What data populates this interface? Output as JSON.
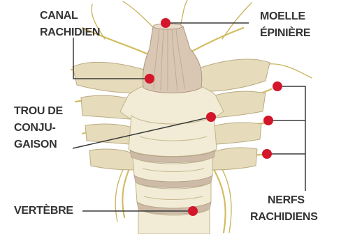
{
  "diagram": {
    "labels": {
      "canal_rachidien": [
        "CANAL",
        "RACHIDIEN"
      ],
      "moelle_epiniere": [
        "MOELLE",
        "ÉPINIÈRE"
      ],
      "trou_de_conjugaison": [
        "TROU DE",
        "CONJU-",
        "GAISON"
      ],
      "vertebre": [
        "VERTÈBRE"
      ],
      "nerfs_rachidiens": [
        "NERFS",
        "RACHIDIENS"
      ]
    },
    "colors": {
      "marker": "#d3162a",
      "leader": "#3a3a3a",
      "label": "#333333",
      "bone": "#e6dcbc",
      "nerve": "#d2bd62",
      "cord": "#d9c7b4"
    }
  }
}
